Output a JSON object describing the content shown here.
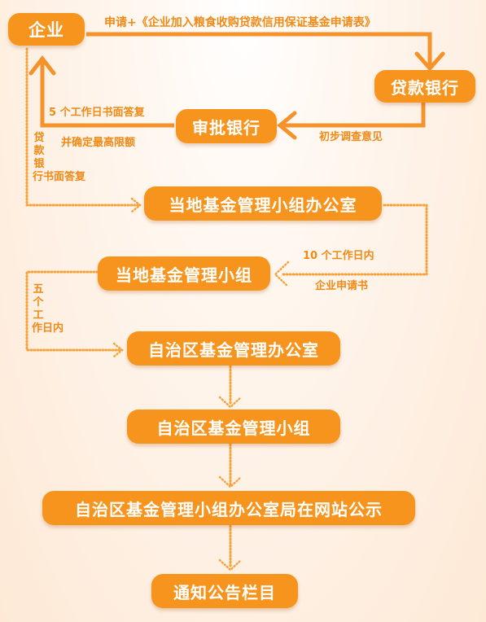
{
  "nodes": {
    "enterprise": "企业",
    "loan_bank": "贷款银行",
    "approval_bank": "审批银行",
    "local_office": "当地基金管理小组办公室",
    "local_group": "当地基金管理小组",
    "region_office": "自治区基金管理办公室",
    "region_group": "自治区基金管理小组",
    "region_publish": "自治区基金管理小组办公室局在网站公示",
    "notice": "通知公告栏目"
  },
  "labels": {
    "apply": "申请+《企业加入粮食收购贷款信用保证基金申请表》",
    "reply_5days": "5 个工作日书面答复",
    "max_limit": "并确定最高限额",
    "initial_review": "初步调查意见",
    "bank_written_reply": "贷款银行书面答复",
    "ten_days": "10 个工作日内",
    "enterprise_application": "企业申请书",
    "five_days": "五个工作日内"
  },
  "colors": {
    "node": "#f7941d",
    "arrow": "#f5922a",
    "dots": "#f7a23a"
  }
}
